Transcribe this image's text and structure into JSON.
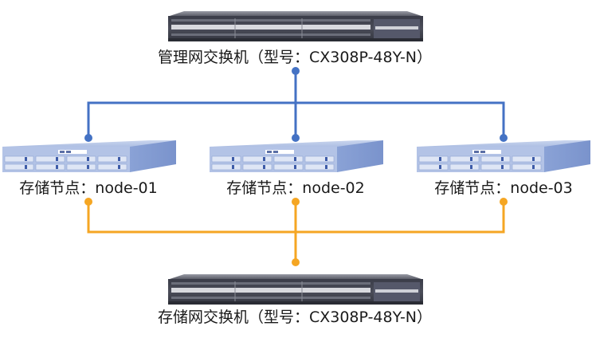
{
  "diagram": {
    "management_switch": {
      "label": "管理网交换机（型号：CX308P-48Y-N）",
      "role": "management",
      "model": "CX308P-48Y-N"
    },
    "storage_switch": {
      "label": "存储网交换机（型号：CX308P-48Y-N）",
      "role": "storage",
      "model": "CX308P-48Y-N"
    },
    "nodes": [
      {
        "id": "node-01",
        "label": "存储节点：node-01"
      },
      {
        "id": "node-02",
        "label": "存储节点：node-02"
      },
      {
        "id": "node-03",
        "label": "存储节点：node-03"
      }
    ],
    "links": {
      "management_color": "#4472c4",
      "storage_color": "#f5a623"
    }
  }
}
